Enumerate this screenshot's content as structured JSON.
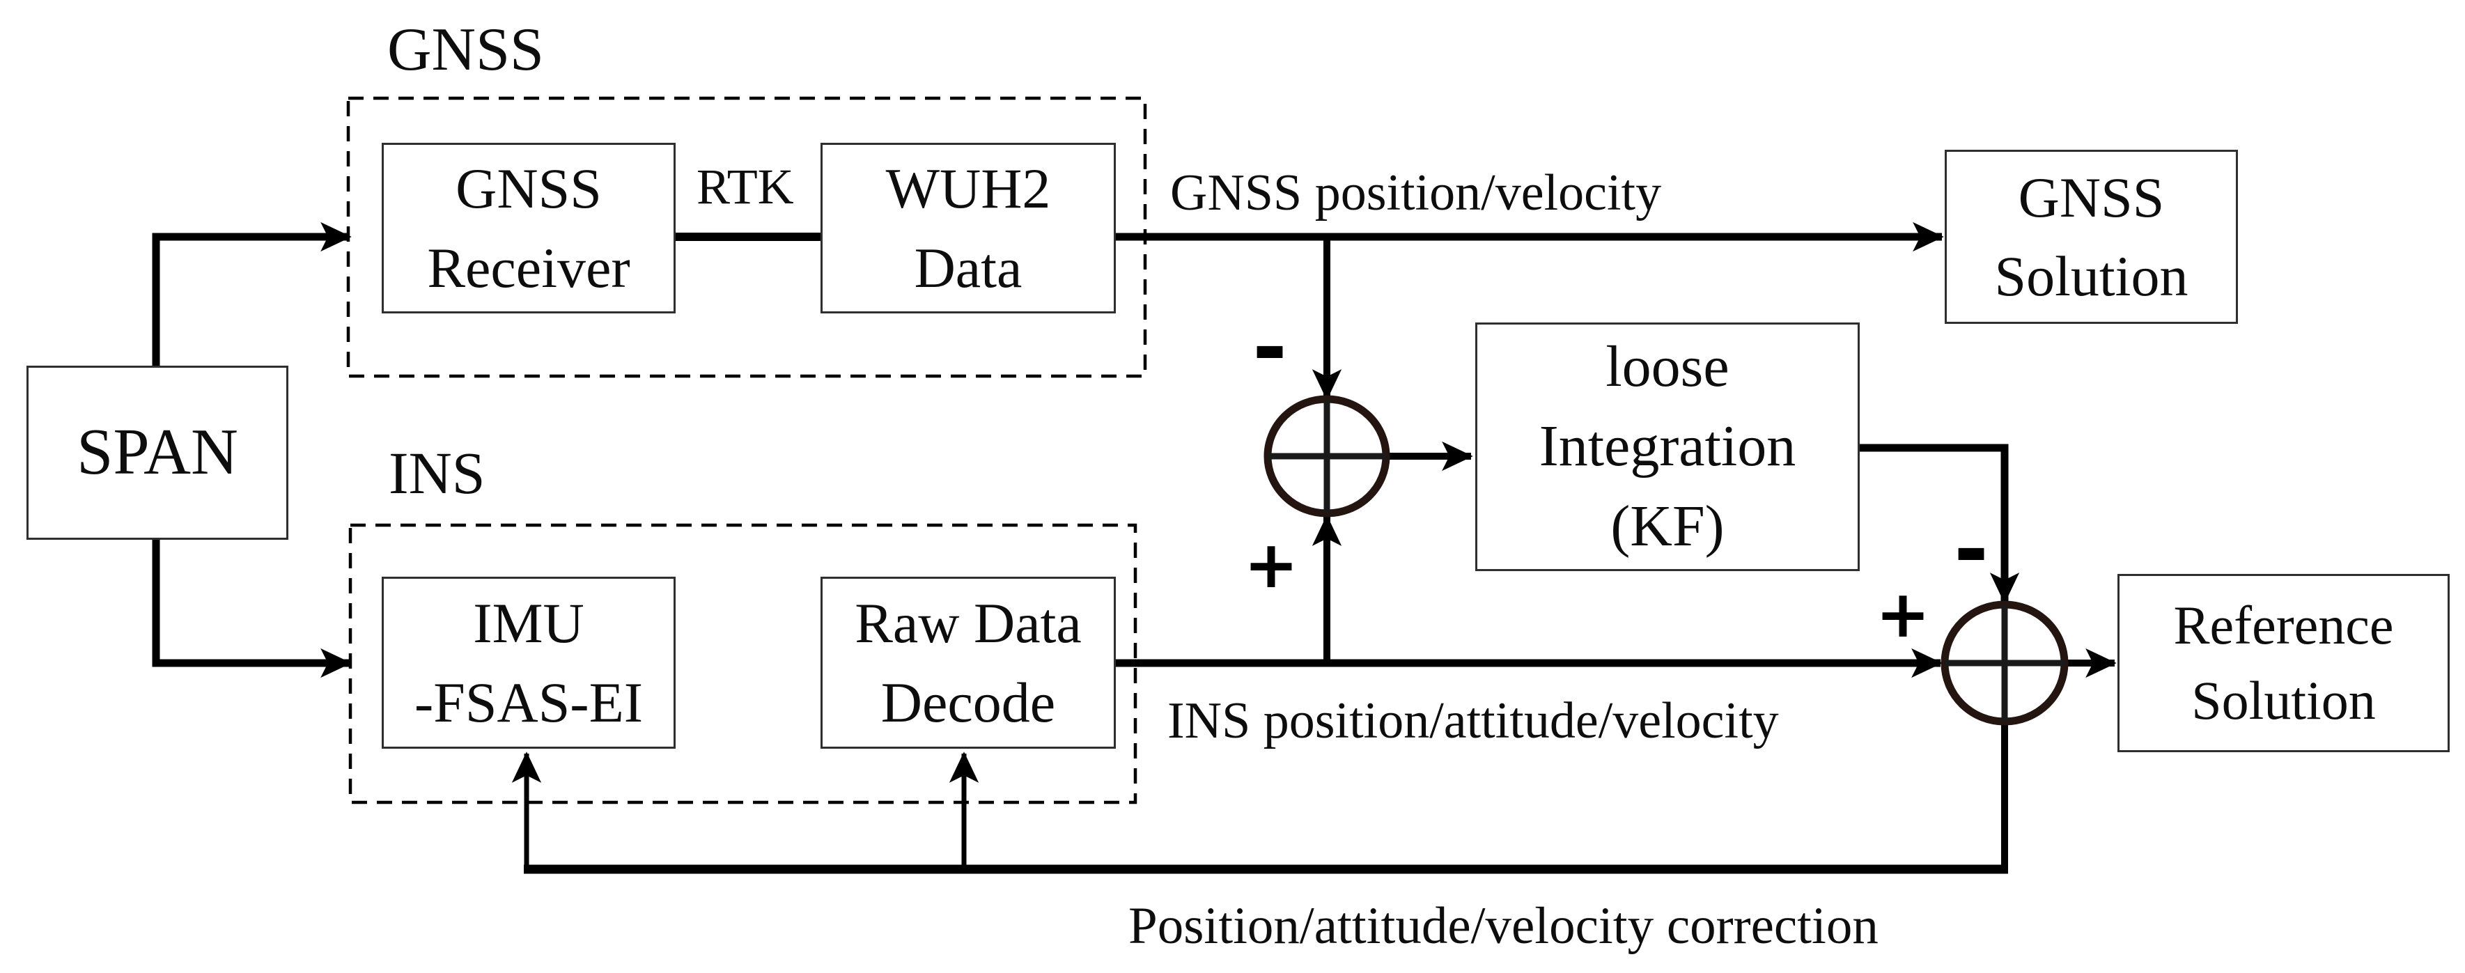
{
  "figure": {
    "background": "#ffffff",
    "line_color": "#000000",
    "junction_color": "#241510",
    "box_border_color": "#2f2f2f"
  },
  "boxes": {
    "span": {
      "label": "SPAN"
    },
    "gnss_receiver": {
      "line1": "GNSS",
      "line2": "Receiver"
    },
    "wuh2_data": {
      "line1": "WUH2",
      "line2": "Data"
    },
    "gnss_solution": {
      "line1": "GNSS",
      "line2": "Solution"
    },
    "loose_integration": {
      "line1": "loose",
      "line2": "Integration",
      "line3": "(KF)"
    },
    "reference_solution": {
      "line1": "Reference",
      "line2": "Solution"
    },
    "imu_fsas": {
      "line1": "IMU",
      "line2": "-FSAS-EI"
    },
    "raw_data_decode": {
      "line1": "Raw Data",
      "line2": "Decode"
    }
  },
  "groups": {
    "gnss": "GNSS",
    "ins": "INS"
  },
  "edge_labels": {
    "rtk": "RTK",
    "gnss_pos_vel": "GNSS position/velocity",
    "ins_pos_att_vel": "INS position/attitude/velocity",
    "correction": "Position/attitude/velocity correction"
  },
  "signs": {
    "sum1_minus": "-",
    "sum1_plus": "+",
    "sum2_minus": "-",
    "sum2_plus": "+"
  }
}
